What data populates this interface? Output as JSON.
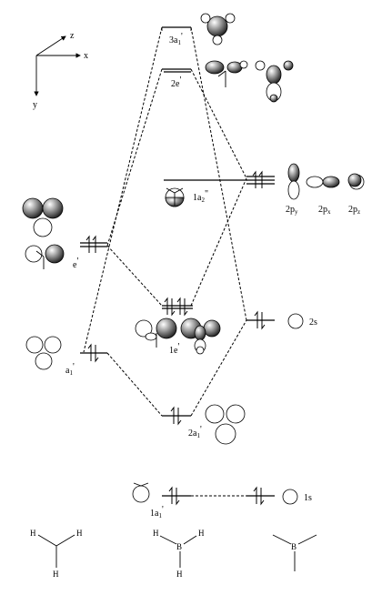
{
  "axes": {
    "x": "x",
    "y": "y",
    "z": "z"
  },
  "levels": {
    "3a1": {
      "main": "3a",
      "sub": "1",
      "sup": "'"
    },
    "2e": {
      "main": "2e",
      "sup": "'"
    },
    "1a2": {
      "main": "1a",
      "sub": "2",
      "sup": "\""
    },
    "1e": {
      "main": "1e",
      "sup": "'"
    },
    "2a1": {
      "main": "2a",
      "sub": "1",
      "sup": "'"
    },
    "1a1": {
      "main": "1a",
      "sub": "1",
      "sup": "'"
    },
    "h_e": {
      "main": "e",
      "sup": "'"
    },
    "h_a1": {
      "main": "a",
      "sub": "1",
      "sup": "'"
    }
  },
  "boron_orbitals": {
    "p2y": {
      "main": "2p",
      "sub": "y"
    },
    "p2x": {
      "main": "2p",
      "sub": "x"
    },
    "p2z": {
      "main": "2p",
      "sub": "z"
    },
    "s2": "2s",
    "s1": "1s"
  },
  "molecules": {
    "h3": {
      "atom": "H"
    },
    "bh3": {
      "h": "H",
      "b": "B"
    },
    "b": {
      "b": "B"
    }
  }
}
